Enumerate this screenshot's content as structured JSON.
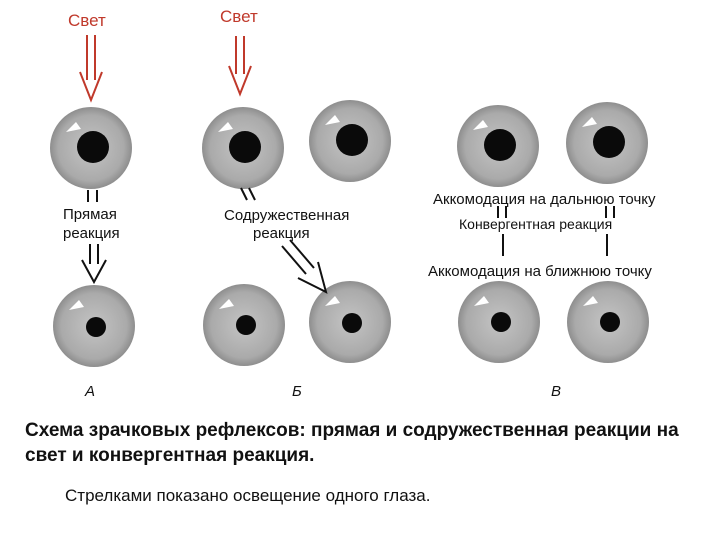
{
  "diagram": {
    "light_label_1": "Свет",
    "light_label_2": "Свет",
    "direct_reaction": [
      "Прямая",
      "реакция"
    ],
    "consensual_reaction": [
      "Содружественная",
      "реакция"
    ],
    "accommodation_far": "Аккомодация на дальнюю точку",
    "convergent_reaction": "Конвергентная реакция",
    "accommodation_near": "Аккомодация на ближнюю точку",
    "panel_a": "А",
    "panel_b": "Б",
    "panel_v": "В"
  },
  "caption": {
    "title": "Схема зрачковых рефлексов: прямая и содружественная реакции на свет и конвергентная реакция.",
    "note": "Стрелками показано освещение одного глаза."
  },
  "colors": {
    "light_arrow": "#c0392b",
    "iris": "#b3b3b3",
    "pupil": "#0a0a0a"
  }
}
